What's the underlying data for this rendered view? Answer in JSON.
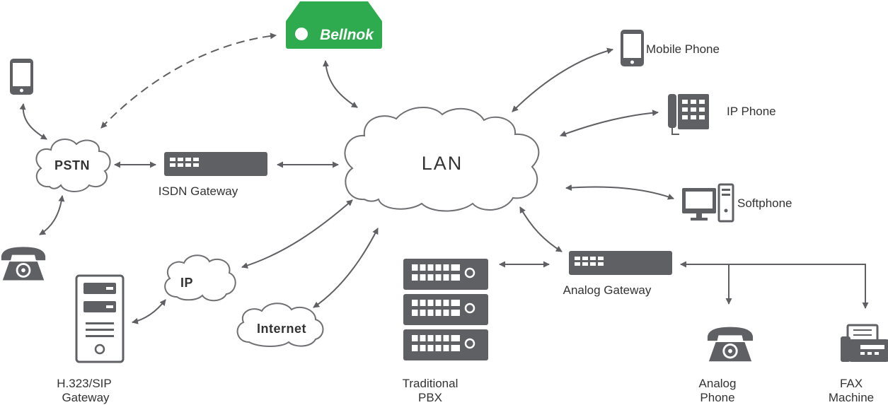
{
  "colors": {
    "device": "#5f6063",
    "accent": "#2eab4e",
    "text": "#333333"
  },
  "hub": {
    "label": "LAN"
  },
  "brand": {
    "name": "Bellnok",
    "icon": "bellnok-logo-icon"
  },
  "clouds": {
    "pstn": "PSTN",
    "ip": "IP",
    "internet": "Internet"
  },
  "devices": {
    "mobile_phone": "Mobile Phone",
    "ip_phone": "IP Phone",
    "softphone": "Softphone",
    "isdn_gateway": "ISDN Gateway",
    "analog_gateway": "Analog Gateway",
    "sip_gateway": [
      "H.323/SIP",
      "Gateway"
    ],
    "traditional_pbx": [
      "Traditional",
      "PBX"
    ],
    "analog_phone": [
      "Analog",
      "Phone"
    ],
    "fax_machine": [
      "FAX",
      "Machine"
    ]
  }
}
